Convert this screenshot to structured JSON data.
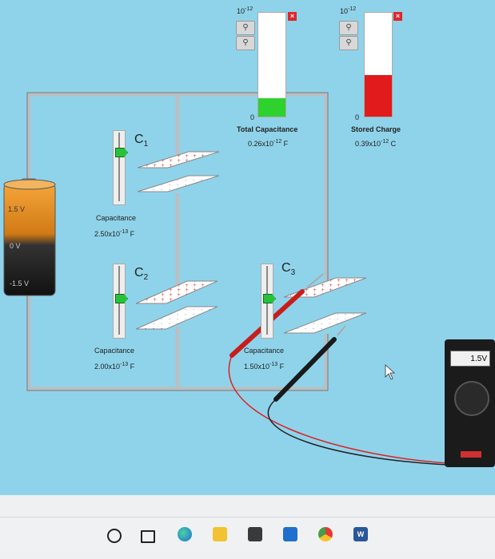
{
  "meters": {
    "total_capacitance": {
      "scale_label": "10^-12",
      "scale_base": "10",
      "scale_exp": "-12",
      "zero_label": "0",
      "title": "Total Capacitance",
      "value_text": "0.26x10",
      "value_exp": "-12",
      "unit": "F",
      "fill_fraction": 0.18,
      "fill_color": "#2ed12e"
    },
    "stored_charge": {
      "scale_label": "10^-12",
      "scale_base": "10",
      "scale_exp": "-12",
      "zero_label": "0",
      "title": "Stored Charge",
      "value_text": "0.39x10",
      "value_exp": "-12",
      "unit": "C",
      "fill_fraction": 0.4,
      "fill_color": "#e11b1b"
    }
  },
  "battery": {
    "top_label": "1.5 V",
    "mid_label": "0 V",
    "bottom_label": "-1.5 V"
  },
  "capacitors": [
    {
      "id": "C1",
      "symbol": "C",
      "subscript": "1",
      "label": "Capacitance",
      "value_text": "2.50x10",
      "value_exp": "-13",
      "unit": "F",
      "slider_fraction": 0.75
    },
    {
      "id": "C2",
      "symbol": "C",
      "subscript": "2",
      "label": "Capacitance",
      "value_text": "2.00x10",
      "value_exp": "-13",
      "unit": "F",
      "slider_fraction": 0.55
    },
    {
      "id": "C3",
      "symbol": "C",
      "subscript": "3",
      "label": "Capacitance",
      "value_text": "1.50x10",
      "value_exp": "-13",
      "unit": "F",
      "slider_fraction": 0.55
    }
  ],
  "voltmeter": {
    "reading": "1.5V"
  },
  "taskbar": {
    "icons": [
      "search-icon",
      "task-view-icon",
      "edge-icon",
      "file-explorer-icon",
      "store-icon",
      "mail-icon",
      "chrome-icon",
      "word-icon"
    ]
  },
  "colors": {
    "background": "#8fd3ea",
    "wire": "#b9bfc3",
    "plate_positive": "#e24242",
    "plate_negative": "#5b7fd6",
    "probe_red": "#d22",
    "probe_black": "#222"
  }
}
